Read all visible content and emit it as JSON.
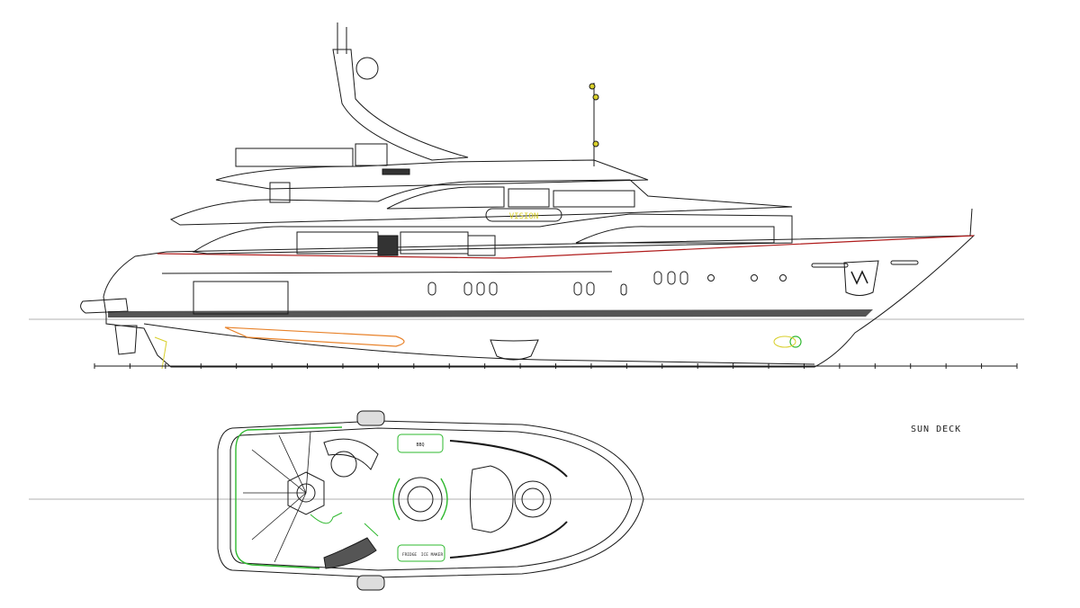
{
  "drawing": {
    "deck_title": "SUN DECK",
    "vessel_name": "VISION",
    "labels": {
      "fridge": "FRIDGE",
      "ice_maker": "ICE MAKER",
      "bbq": "BBQ"
    },
    "station_count": 26
  },
  "colors": {
    "line": "#1a1a1a",
    "accent_green": "#2eb82e",
    "accent_orange": "#e8822a",
    "accent_red": "#b01c1c",
    "accent_yellow": "#d8cf2a",
    "hull_gray": "#555555"
  }
}
